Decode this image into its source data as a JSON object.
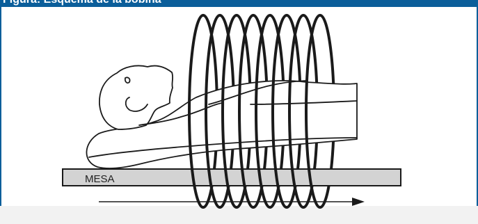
{
  "header": {
    "title": "Figura: Esquema de la bobina",
    "bar_color": "#0b5e9a"
  },
  "diagram": {
    "table_label": "MESA",
    "table_fill": "#d3d3d3",
    "line_color": "#1a1a1a",
    "coil_turns": 8,
    "arrow_direction": "right"
  }
}
